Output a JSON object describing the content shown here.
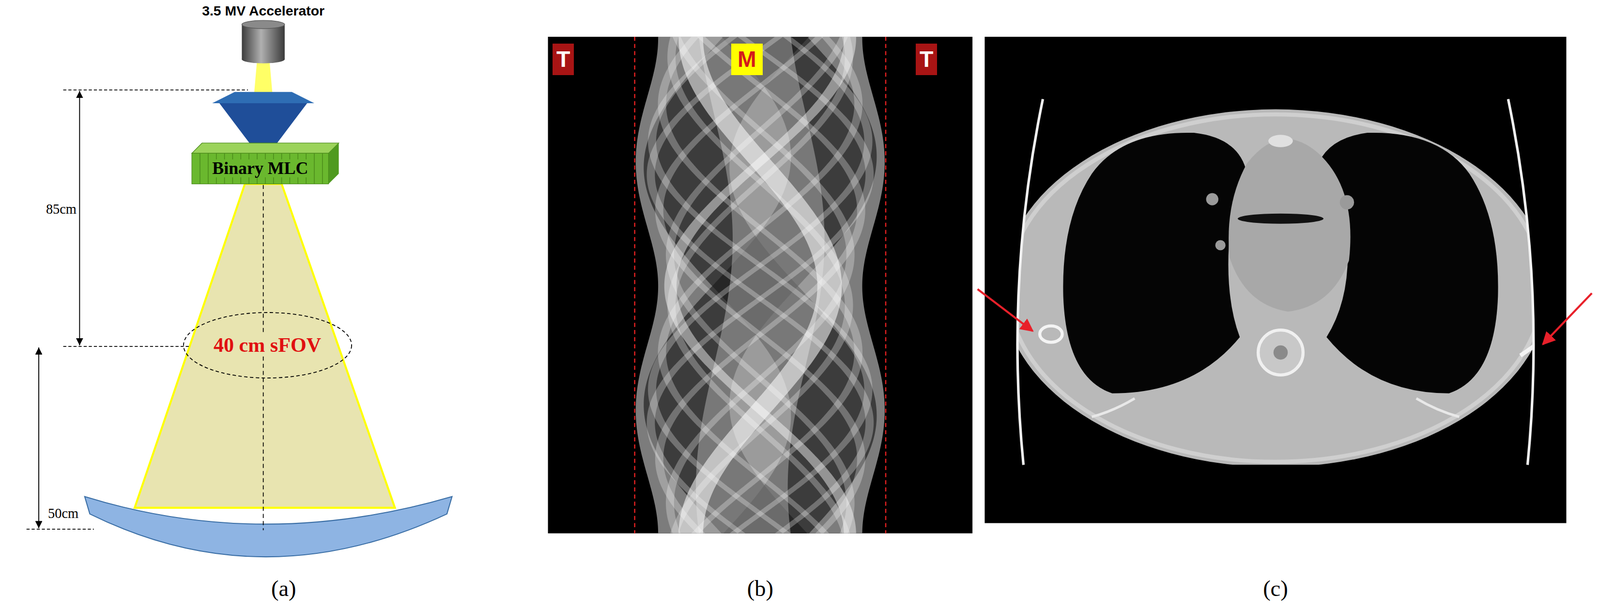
{
  "diagram": {
    "nodes": [
      {
        "text": [
          "3.5 MV Accelerator"
        ]
      },
      {
        "text": [
          "Binary MLC"
        ]
      },
      {
        "text": [
          "40 cm sFOV"
        ]
      },
      {
        "text": [
          "T"
        ]
      },
      {
        "text": [
          "M"
        ]
      },
      {
        "text": [
          "T"
        ]
      }
    ],
    "labels": [
      "85cm",
      "50cm",
      "(a)",
      "(b)",
      "(c)"
    ]
  }
}
